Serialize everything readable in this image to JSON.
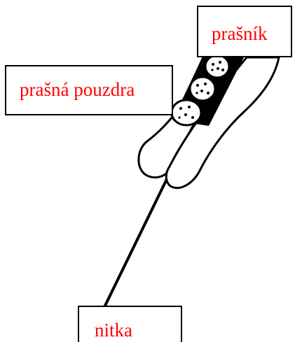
{
  "labels": {
    "prasnik": "prašník",
    "prasna_pouzdra": "prašná pouzdra",
    "nitka": "nitka"
  },
  "colors": {
    "label_text": "#ff0000",
    "outline": "#000000",
    "background": "#ffffff"
  }
}
